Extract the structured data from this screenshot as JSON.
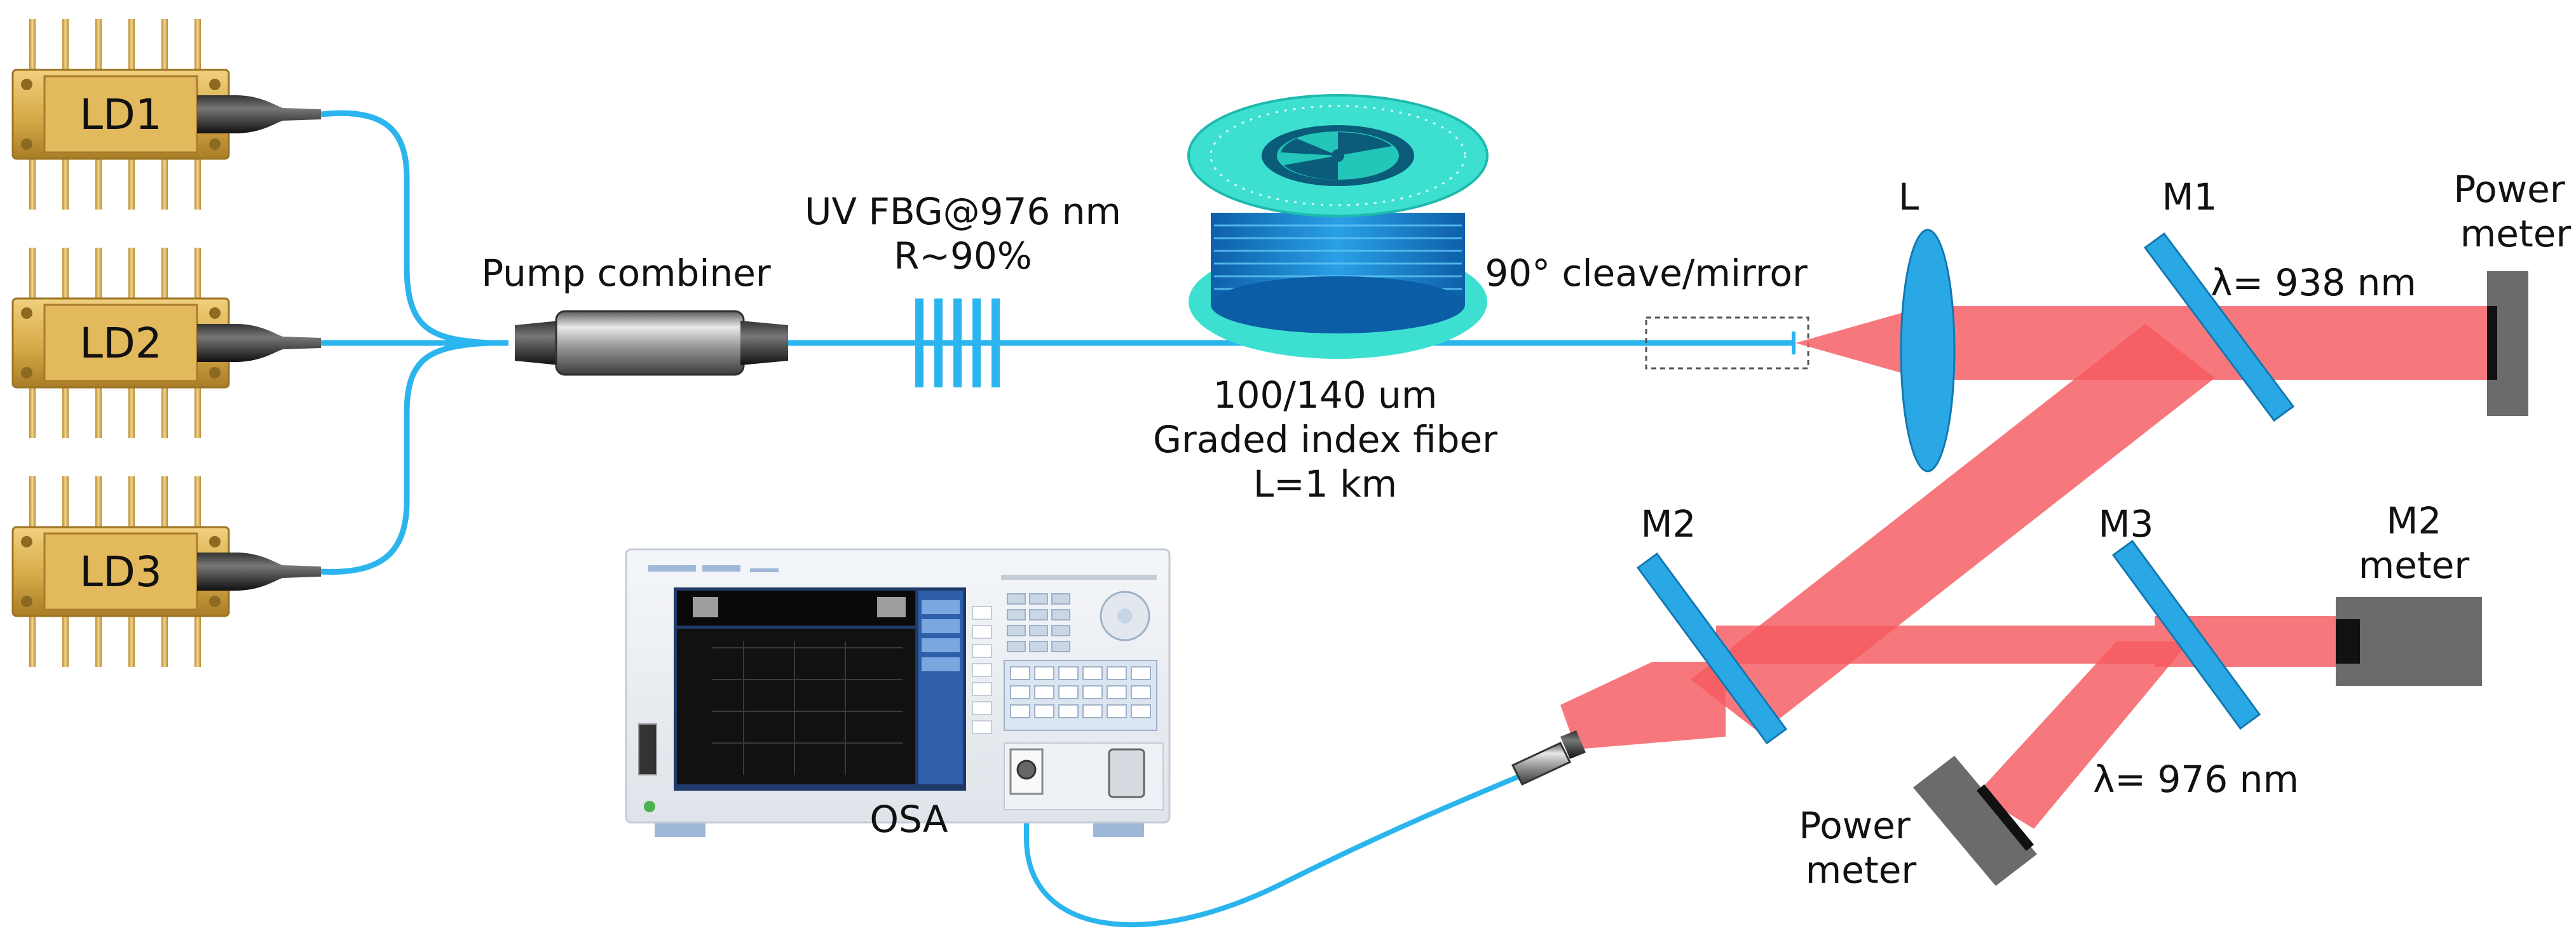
{
  "laser_diodes": [
    "LD1",
    "LD2",
    "LD3"
  ],
  "pump_combiner": "Pump combiner",
  "fbg": {
    "line1": "UV FBG@976 nm",
    "line2": "R~90%"
  },
  "fiber": {
    "line1": "100/140 um",
    "line2": "Graded index fiber",
    "line3": "L=1 km"
  },
  "cleave": "90° cleave/mirror",
  "lens": "L",
  "mirrors": {
    "m1": "M1",
    "m2": "M2",
    "m3": "M3"
  },
  "wavelengths": {
    "upper": "λ= 938 nm",
    "lower": "λ= 976 nm"
  },
  "power_meter_top": {
    "line1": "Power",
    "line2": "meter"
  },
  "power_meter_bottom": {
    "line1": "Power",
    "line2": "meter"
  },
  "m2_meter": {
    "line1": "M2",
    "line2": "meter"
  },
  "osa": "OSA",
  "colors": {
    "fiber": "#2bb5ee",
    "beam": "#f55a5f",
    "optics": "#2aa8e6",
    "gold": "#d6a948",
    "detector": "#6b6b6b"
  }
}
